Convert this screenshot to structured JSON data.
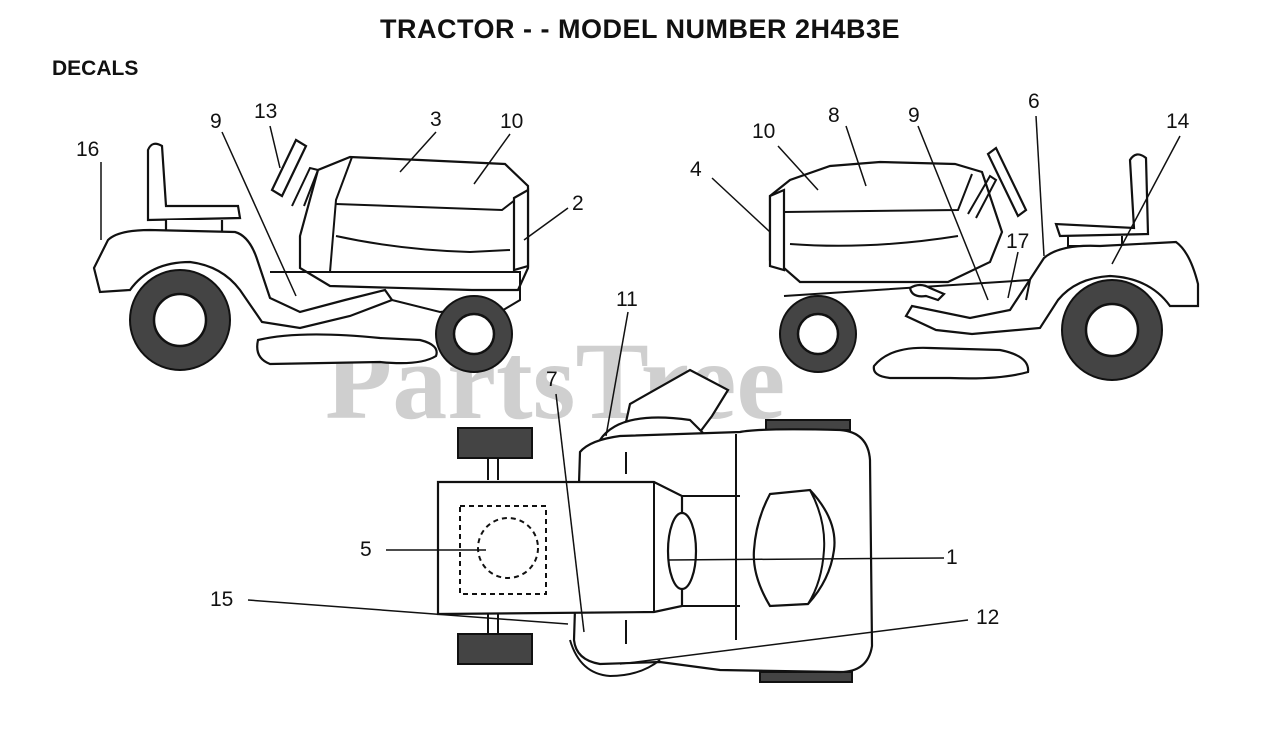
{
  "title": "TRACTOR - - MODEL NUMBER 2H4B3E",
  "section_label": "DECALS",
  "watermark": "PartsTree",
  "callouts": {
    "c1": "1",
    "c2": "2",
    "c3": "3",
    "c4": "4",
    "c5": "5",
    "c6": "6",
    "c7": "7",
    "c8": "8",
    "c9a": "9",
    "c9b": "9",
    "c10a": "10",
    "c10b": "10",
    "c11": "11",
    "c12": "12",
    "c13": "13",
    "c14": "14",
    "c15": "15",
    "c16": "16",
    "c17": "17"
  }
}
